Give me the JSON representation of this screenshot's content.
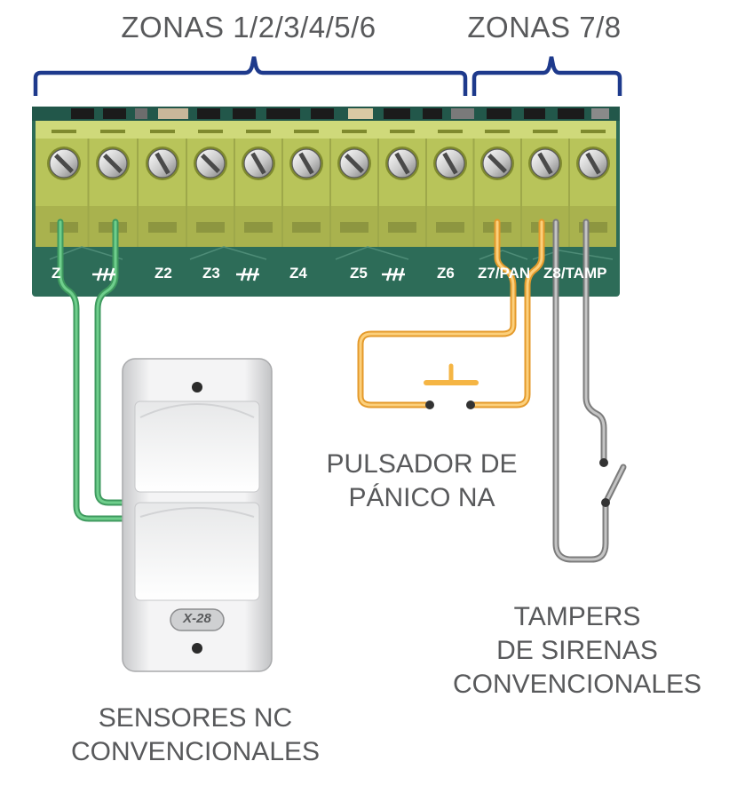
{
  "header": {
    "zones_left": "ZONAS 1/2/3/4/5/6",
    "zones_right": "ZONAS 7/8"
  },
  "terminals": [
    {
      "text": "Z",
      "kind": "label"
    },
    {
      "text": "",
      "kind": "ground"
    },
    {
      "text": "Z2",
      "kind": "label"
    },
    {
      "text": "Z3",
      "kind": "label"
    },
    {
      "text": "",
      "kind": "ground"
    },
    {
      "text": "Z4",
      "kind": "label"
    },
    {
      "text": "Z5",
      "kind": "label"
    },
    {
      "text": "",
      "kind": "ground"
    },
    {
      "text": "Z6",
      "kind": "label"
    },
    {
      "text": "Z7/PAN",
      "kind": "label"
    },
    {
      "text": "Z8/TAMP",
      "kind": "label"
    }
  ],
  "captions": {
    "panic_line1": "PULSADOR DE",
    "panic_line2": "PÁNICO NA",
    "tamper_line1": "TAMPERS",
    "tamper_line2": "DE SIRENAS",
    "tamper_line3": "CONVENCIONALES",
    "sensor_line1": "SENSORES NC",
    "sensor_line2": "CONVENCIONALES"
  },
  "sensor": {
    "logo_text": "X-28"
  },
  "colors": {
    "bracket": "#1e3a8c",
    "text": "#58595b",
    "board": "#2d6c58",
    "terminal_block": "#b8c45a",
    "wire_green": "#5cb97a",
    "wire_orange": "#f6b94a",
    "wire_gray": "#9a9a9a"
  }
}
